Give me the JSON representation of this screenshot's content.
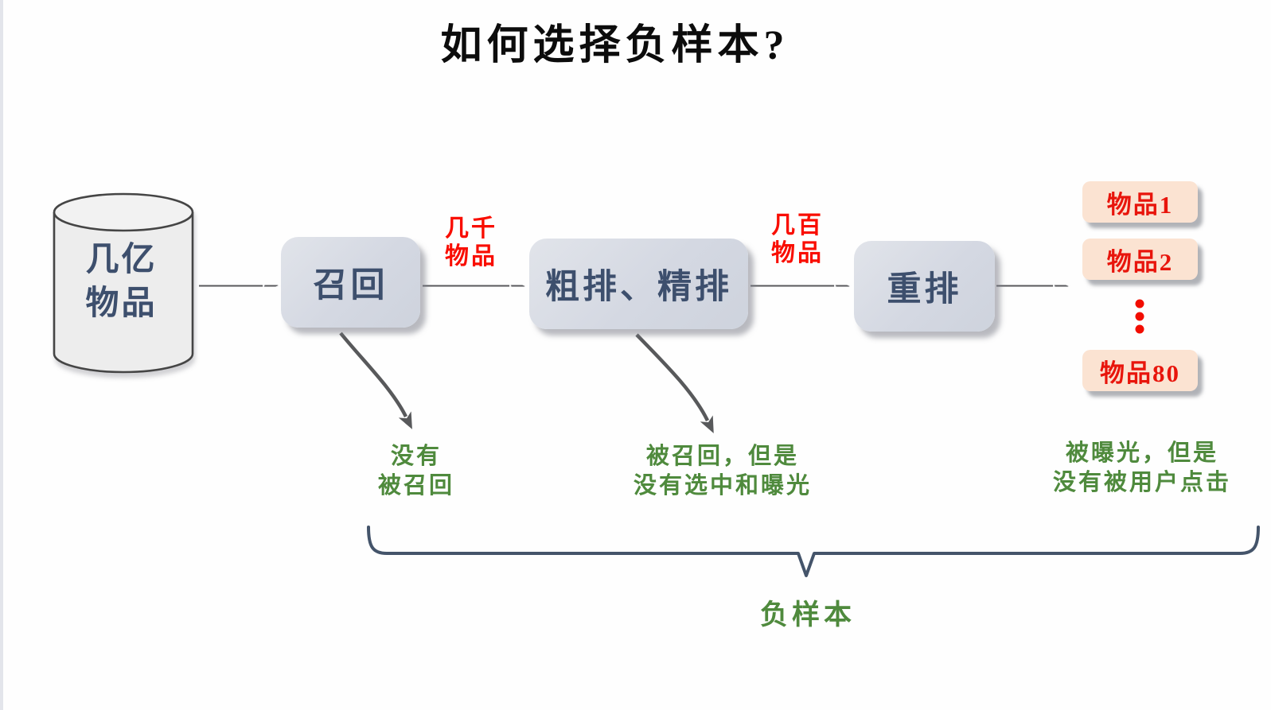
{
  "title": "如何选择负样本?",
  "database": {
    "line1": "几亿",
    "line2": "物品"
  },
  "stages": [
    {
      "label": "召回"
    },
    {
      "label": "粗排、精排"
    },
    {
      "label": "重排"
    }
  ],
  "flow_counts": [
    {
      "line1": "几千",
      "line2": "物品"
    },
    {
      "line1": "几百",
      "line2": "物品"
    }
  ],
  "result_items": [
    {
      "label": "物品1"
    },
    {
      "label": "物品2"
    },
    {
      "label": "物品80"
    }
  ],
  "negative_notes": [
    {
      "line1": "没有",
      "line2": "被召回"
    },
    {
      "line1": "被召回，但是",
      "line2": "没有选中和曝光"
    },
    {
      "line1": "被曝光，但是",
      "line2": "没有被用户点击"
    }
  ],
  "brace_label": "负样本",
  "colors": {
    "count_red": "#f90d00",
    "item_red": "#e8150c",
    "note_green": "#4f8a3d",
    "box_fill": "#d6dae2",
    "box_text": "#3d4f6d",
    "item_fill": "#fbe3d2",
    "arrow_gray": "#58595b",
    "brace_blue": "#44546a",
    "cylinder_fill": "#ededed"
  }
}
